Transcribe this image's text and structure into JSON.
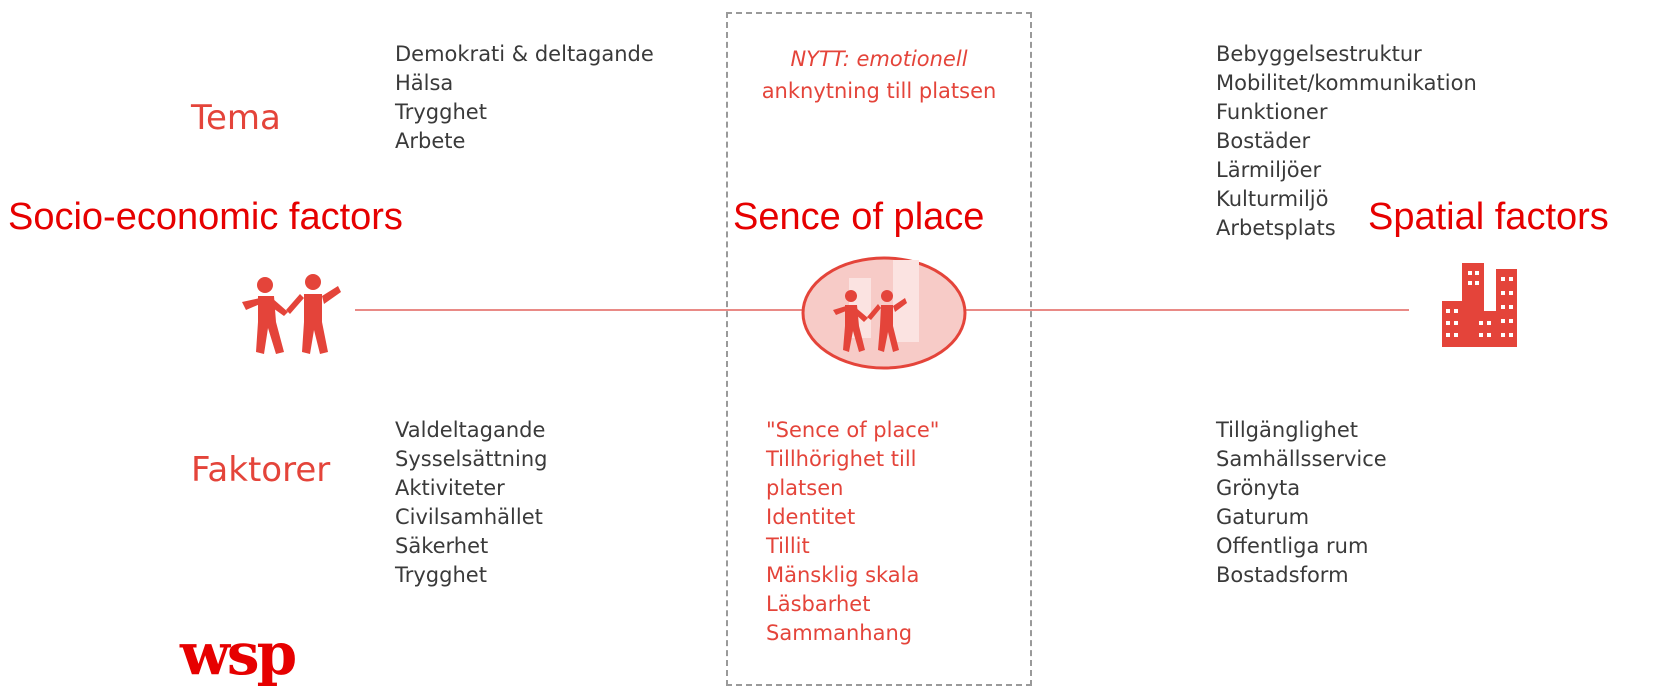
{
  "diagram": {
    "row_labels": {
      "tema": "Tema",
      "faktorer": "Faktorer"
    },
    "headings": {
      "left": "Socio-economic factors",
      "center": "Sence of place",
      "right": "Spatial factors"
    },
    "tema_left": [
      "Demokrati & deltagande",
      "Hälsa",
      "Trygghet",
      "Arbete"
    ],
    "tema_center": {
      "line1": "NYTT: emotionell",
      "line2": "anknytning till platsen"
    },
    "tema_right": [
      "Bebyggelsestruktur",
      "Mobilitet/kommunikation",
      "Funktioner",
      "Bostäder",
      "Lärmiljöer",
      "Kulturmiljö",
      "Arbetsplats"
    ],
    "faktorer_left": [
      "Valdeltagande",
      "Sysselsättning",
      "Aktiviteter",
      "Civilsamhället",
      "Säkerhet",
      "Trygghet"
    ],
    "faktorer_center": [
      "\"Sence of place\"",
      "Tillhörighet till",
      "platsen",
      "Identitet",
      "Tillit",
      "Mänsklig skala",
      "Läsbarhet",
      "Sammanhang"
    ],
    "faktorer_right": [
      "Tillgänglighet",
      "Samhällsservice",
      "Grönyta",
      "Gaturum",
      "Offentliga rum",
      "Bostadsform"
    ],
    "icons": [
      "people-icon",
      "people-buildings-icon",
      "buildings-icon"
    ],
    "logo": "wsp",
    "colors": {
      "accent": "#e4443a",
      "heading": "#e60000",
      "text": "#3a3a3a",
      "dash": "#9a9a9a"
    }
  }
}
